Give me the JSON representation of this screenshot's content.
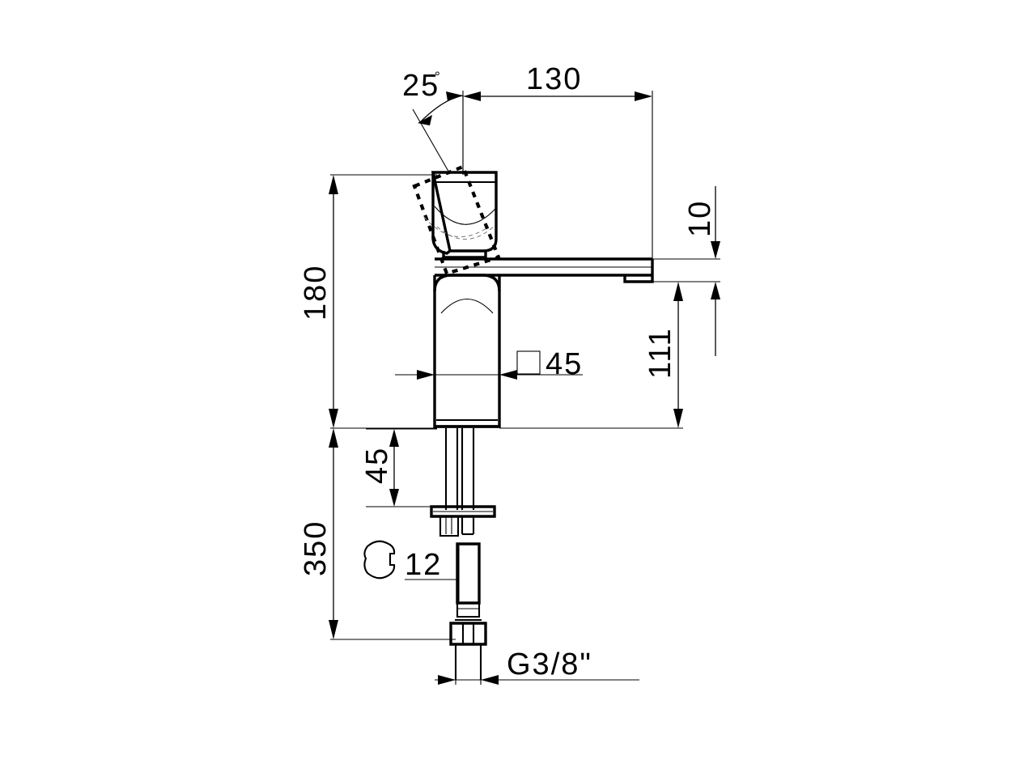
{
  "drawing": {
    "title": "Single-lever basin mixer dimensional drawing",
    "units": "mm",
    "background_color": "#ffffff",
    "line_color": "#000000"
  },
  "dimensions": {
    "angle_handle": "25",
    "angle_symbol": "°",
    "spout_reach": "130",
    "spout_thickness": "10",
    "spout_height": "111",
    "body_height": "180",
    "body_width": "45",
    "body_width_symbol": "□",
    "shank_length": "45",
    "total_drop": "350",
    "wrench_size": "12",
    "thread_size": "G3/8\""
  },
  "labels": {
    "angle": "25",
    "degree": "°",
    "reach": "130",
    "thickness": "10",
    "height_spout": "111",
    "height_body": "180",
    "width_body": "45",
    "square_glyph": "□",
    "shank": "45",
    "drop": "350",
    "wrench": "12",
    "thread": "G3/8\""
  },
  "icons": {
    "wrench": "wrench-icon",
    "square": "square-section-icon",
    "degree": "degree-icon"
  }
}
